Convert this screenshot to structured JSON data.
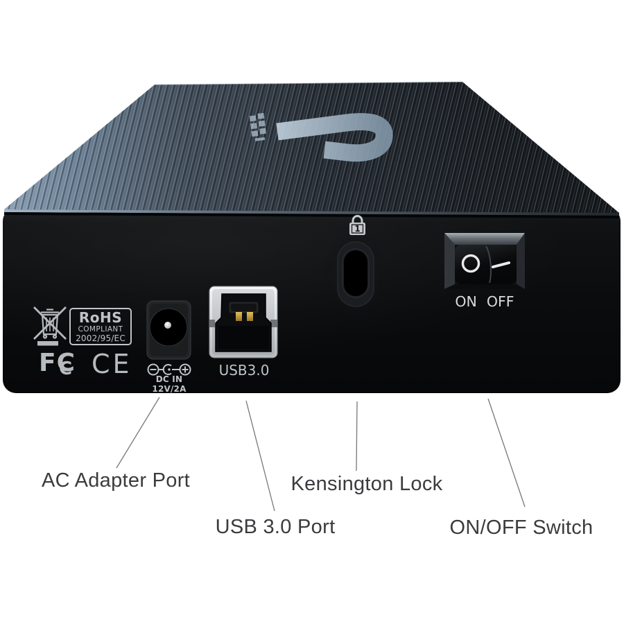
{
  "panel_markings": {
    "rohs": {
      "title": "RoHS",
      "line2": "COMPLIANT",
      "line3": "2002/95/EC"
    },
    "fcc": {
      "f": "F",
      "c_outer": "C",
      "c_inner": "C"
    },
    "ce": "CE",
    "dc_label": "DC IN 12V/2A",
    "usb_label": "USB3.0",
    "switch": {
      "on": "ON",
      "off": "OFF"
    },
    "kensington_badge": "1"
  },
  "annotations": {
    "ac": "AC Adapter Port",
    "usb": "USB 3.0 Port",
    "kensington": "Kensington Lock",
    "switch": "ON/OFF Switch"
  },
  "icons": {
    "weee": "crossed-out-wheeled-bin",
    "kensington_lock": "padlock-with-1",
    "polarity": "dc-center-positive-polarity",
    "brand": "fantom-drives-style-mark"
  },
  "colors": {
    "marking_gray": "#bfc4c8",
    "callout_text": "#3a3b3e",
    "panel_black": "#0b0c0d",
    "metal_blue_highlight": "#8ba0b4",
    "logo_blue": "#9db0c0",
    "usb_metal": "#dfe2e4",
    "gold_pins": "#d6b04a"
  }
}
